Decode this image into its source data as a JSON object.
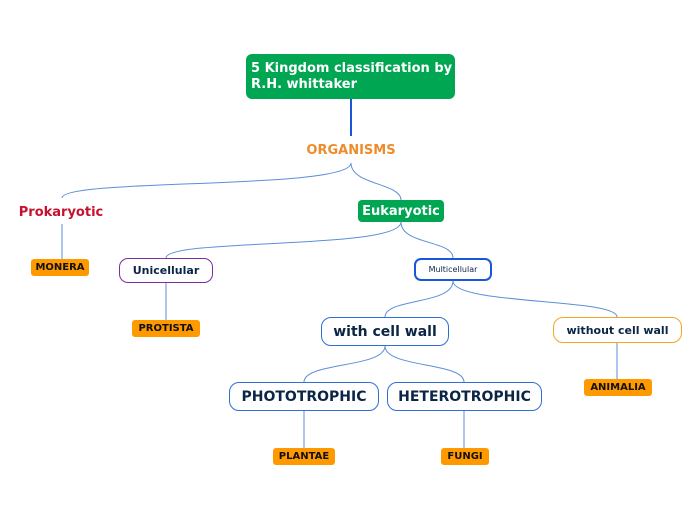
{
  "diagram": {
    "root": "5 Kingdom classification by R.H. whittaker",
    "organisms": "ORGANISMS",
    "prokaryotic": "Prokaryotic",
    "eukaryotic": "Eukaryotic",
    "monera": "MONERA",
    "unicellular": "Unicellular",
    "multicellular": "Multicellular",
    "protista": "PROTISTA",
    "with_cell_wall": "with cell wall",
    "without_cell_wall": "without cell wall",
    "animalia": "ANIMALIA",
    "phototrophic": "PHOTOTROPHIC",
    "heterotrophic": "HETEROTROPHIC",
    "plantae": "PLANTAE",
    "fungi": "FUNGI"
  },
  "colors": {
    "root_fill": "#00a651",
    "organisms_text": "#ef8c2a",
    "prokaryotic_text": "#c8102e",
    "leaf_fill": "#ff9900",
    "connector": "#5b8fd9"
  }
}
